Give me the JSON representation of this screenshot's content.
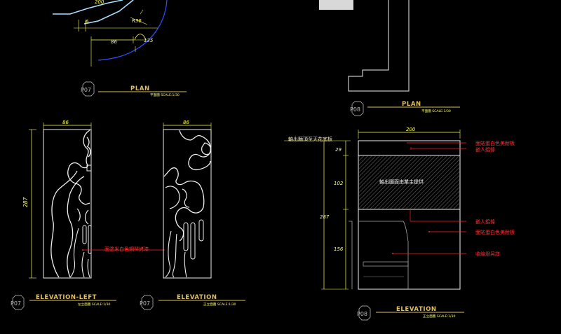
{
  "views": {
    "plan_left": {
      "badge": "P07",
      "title": "PLAN",
      "subtitle": "平面圖  SCALE:1/30"
    },
    "plan_right": {
      "badge": "P08",
      "title": "PLAN",
      "subtitle": "平面圖  SCALE:1/30"
    },
    "elevation_left": {
      "badge": "P07",
      "title": "ELEVATION-LEFT",
      "subtitle": "左立面圖  SCALE:1/30"
    },
    "elevation_mid": {
      "badge": "P07",
      "title": "ELEVATION",
      "subtitle": "正立面圖  SCALE:1/30"
    },
    "elevation_right": {
      "badge": "P08",
      "title": "ELEVATION",
      "subtitle": "正立面圖  SCALE:1/30"
    }
  },
  "dimensions": {
    "plan_top": "200",
    "plan_r36": "R36",
    "plan_6": "6",
    "plan_86": "86",
    "plan_135": "135",
    "elev_left_width": "86",
    "elev_left_height": "287",
    "elev_mid_width": "86",
    "elev_right_width": "200",
    "elev_right_29": "29",
    "elev_right_102": "102",
    "elev_right_287": "287",
    "elev_right_156": "156"
  },
  "annotations": {
    "ceiling_note": "軸出麵頂至天花底板",
    "panel_label": "軸出圖面由業主提供",
    "red_1": "面貼蛋白色美耐板",
    "red_2": "嵌人鋁條",
    "red_3": "嵌人鋁條",
    "red_4": "面貼蛋白色美耐板",
    "red_5": "收線燈另詳",
    "red_mid": "面塗米白色鋼琴烤漆"
  },
  "colors": {
    "background": "#000000",
    "dimension": "#ffff55",
    "outline": "#ffffff",
    "cyan_outline": "#a8e0ff",
    "leader": "#ff2222",
    "title": "#e0c060",
    "blue": "#3050ff"
  }
}
